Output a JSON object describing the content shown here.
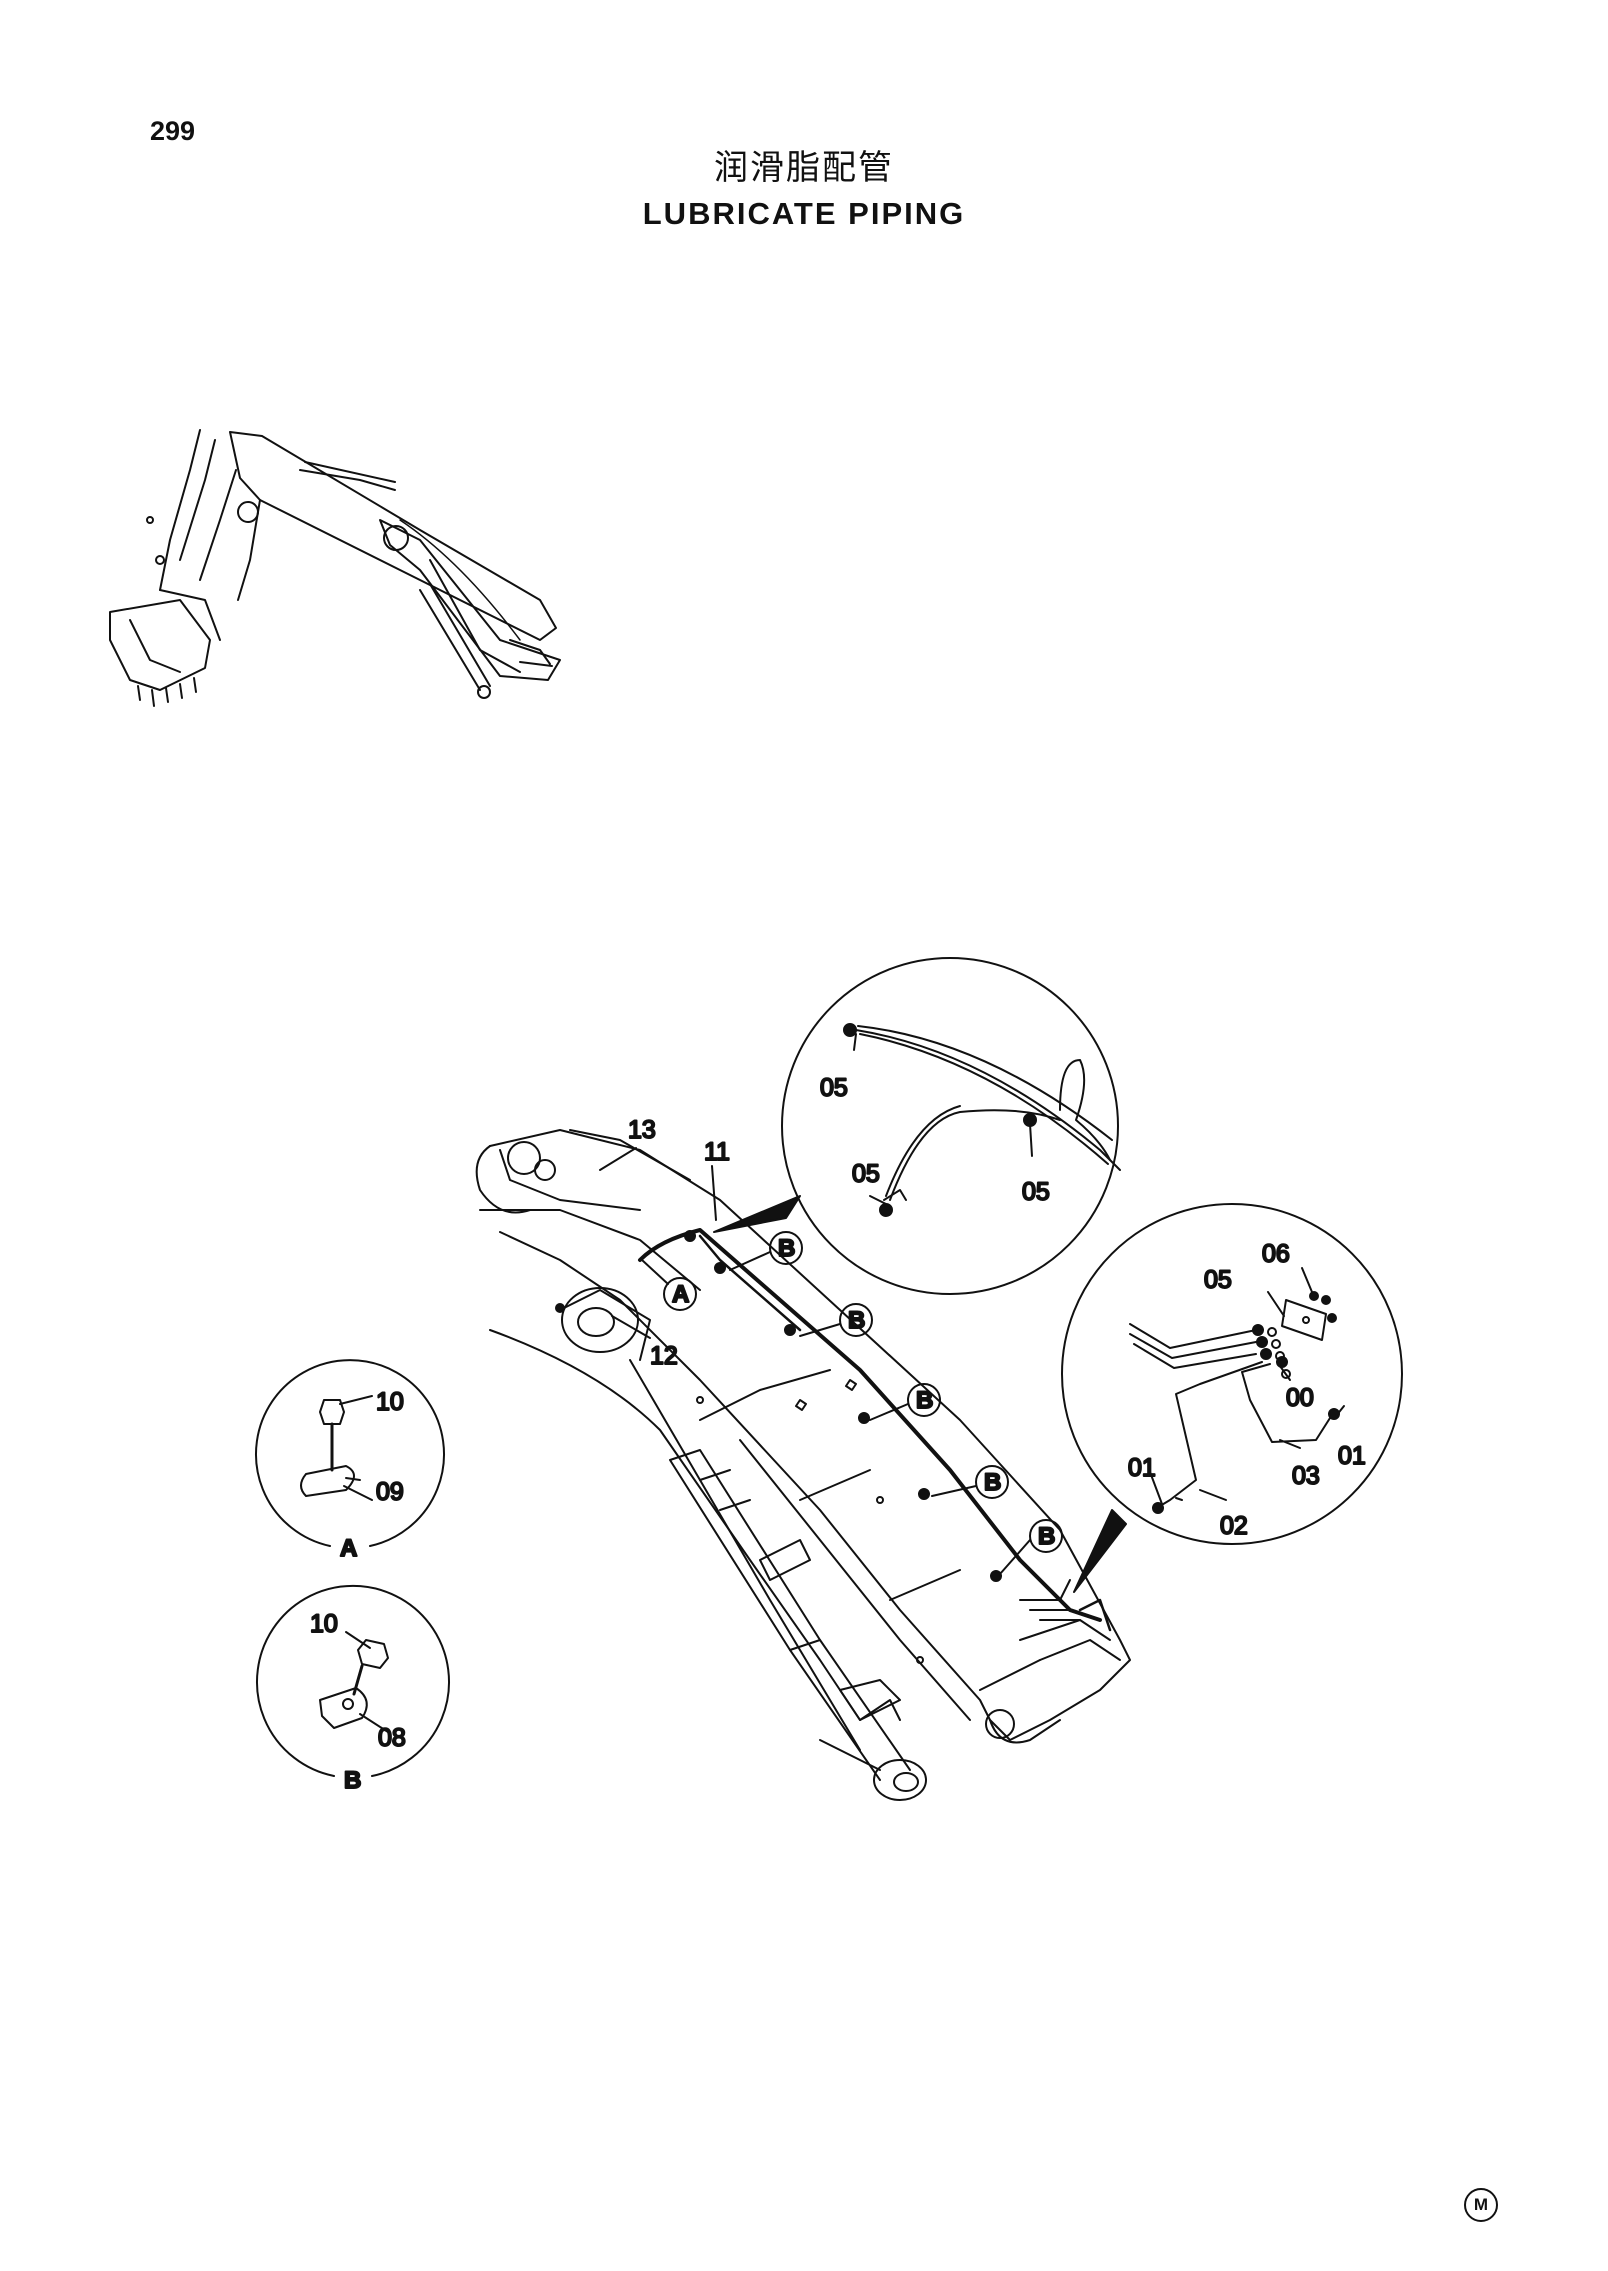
{
  "page": {
    "number": "299"
  },
  "title": {
    "chinese": "润滑脂配管",
    "english": "LUBRICATE PIPING"
  },
  "part_labels": {
    "p13": "13",
    "p11": "11",
    "p12": "12",
    "detail_top_05_a": "05",
    "detail_top_05_b": "05",
    "detail_top_05_c": "05",
    "detail_right_06": "06",
    "detail_right_05": "05",
    "detail_right_00": "00",
    "detail_right_01_a": "01",
    "detail_right_01_b": "01",
    "detail_right_03": "03",
    "detail_right_02": "02",
    "detail_a_10": "10",
    "detail_a_09": "09",
    "detail_b_10": "10",
    "detail_b_08": "08"
  },
  "reference_callouts": {
    "a_main": "A",
    "b_1": "B",
    "b_2": "B",
    "b_3": "B",
    "b_4": "B",
    "b_5": "B",
    "detail_a_caption": "A",
    "detail_b_caption": "B"
  },
  "footer": {
    "mark": "M"
  },
  "colors": {
    "ink": "#111111",
    "paper": "#ffffff"
  }
}
